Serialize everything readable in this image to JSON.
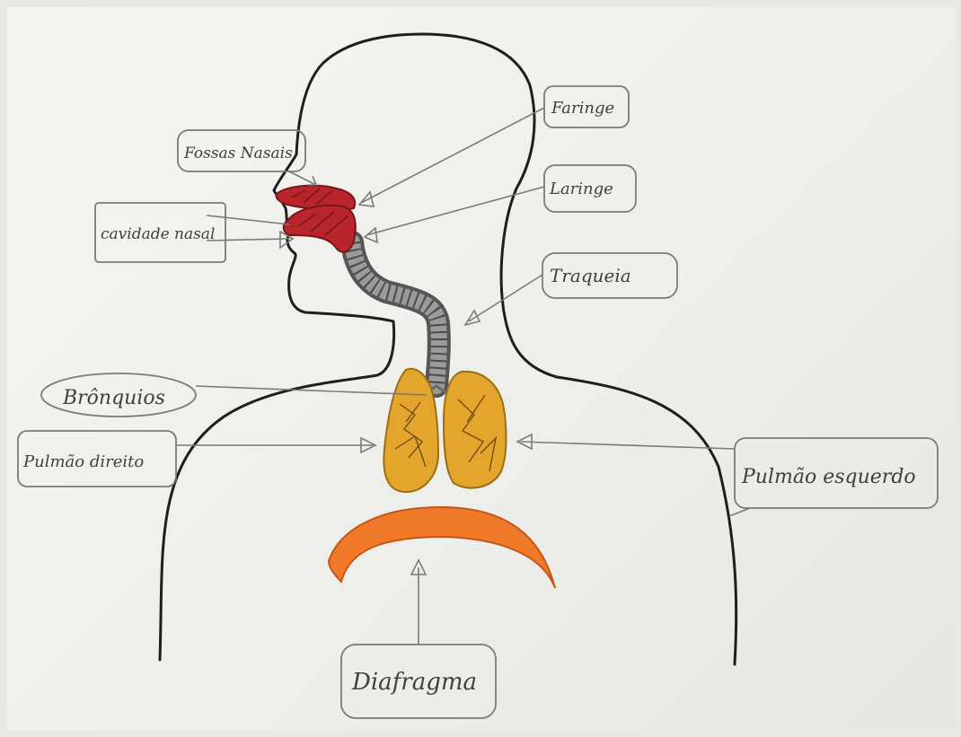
{
  "labels": {
    "fossas_nasais": "Fossas Nasais",
    "cavidade_nasal": "cavidade nasal",
    "faringe": "Faringe",
    "laringe": "Laringe",
    "traqueia": "Traqueia",
    "bronquios": "Brônquios",
    "pulmao_direito": "Pulmão direito",
    "pulmao_esquerdo": "Pulmão esquerdo",
    "diafragma": "Diafragma"
  },
  "colors": {
    "outline": "#1e1e1e",
    "pencil": "#7a7a7a",
    "nose_red": "#b8262c",
    "lungs": "#e4a52c",
    "diaphragm": "#f07a2a",
    "trachea": "#8d8d8d"
  }
}
